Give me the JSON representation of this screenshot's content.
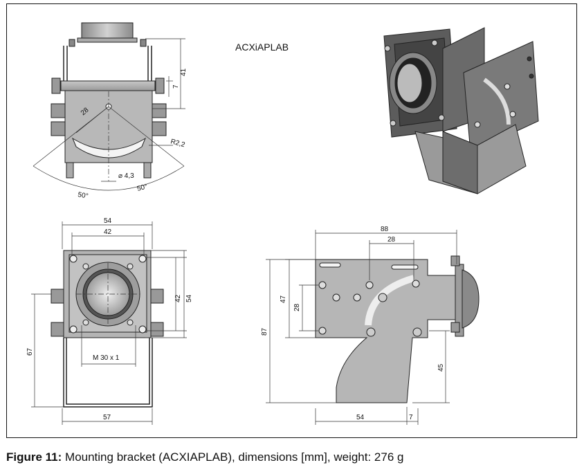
{
  "model_label": "ACXiAPLAB",
  "caption": {
    "label": "Figure 11:",
    "text": " Mounting bracket (ACXIAPLAB), dimensions [mm], weight: 276 g"
  },
  "dimensions": {
    "top_view": {
      "height_41": "41",
      "height_7": "7",
      "diag_28": "28",
      "radius": "R2,2",
      "hole_dia": "⌀ 4,3",
      "angle_left": "50°",
      "angle_right": "50°"
    },
    "front_view": {
      "width_54": "54",
      "width_42": "42",
      "height_42": "42",
      "height_54": "54",
      "height_67": "67",
      "thread": "M 30 x 1",
      "width_57": "57"
    },
    "side_view": {
      "width_88": "88",
      "width_28": "28",
      "height_47": "47",
      "height_28": "28",
      "height_87": "87",
      "height_45": "45",
      "width_54": "54",
      "width_7": "7"
    }
  },
  "colors": {
    "metal": "#b4b4b4",
    "metal_dark": "#7a7a7a",
    "line": "#222222"
  }
}
